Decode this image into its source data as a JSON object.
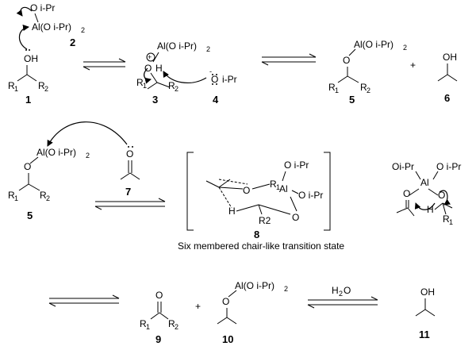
{
  "compounds": {
    "c1": {
      "number": "1",
      "oh": "OH",
      "r1": "R",
      "r1_sub": "1",
      "r2": "R",
      "r2_sub": "2"
    },
    "c2": {
      "number": "2",
      "top": "O i-Pr",
      "al": "Al(O i-Pr)",
      "al_sub": "2"
    },
    "c3": {
      "number": "3",
      "al": "Al(O i-Pr)",
      "al_sub": "2",
      "o": "O",
      "h": "H",
      "plus": "+",
      "r1": "R",
      "r1_sub": "1",
      "r2": "R",
      "r2_sub": "2"
    },
    "c4": {
      "number": "4",
      "minus": "-",
      "o": "O",
      "ipr": "i-Pr"
    },
    "c5": {
      "number": "5",
      "al": "Al(O i-Pr)",
      "al_sub": "2",
      "o": "O",
      "r1": "R",
      "r1_sub": "1",
      "r2": "R",
      "r2_sub": "2"
    },
    "c6": {
      "number": "6",
      "oh": "OH"
    },
    "c5b": {
      "number": "5",
      "al": "Al(O i-Pr)",
      "al_sub": "2",
      "o": "O",
      "r1": "R",
      "r1_sub": "1",
      "r2": "R",
      "r2_sub": "2"
    },
    "c7": {
      "number": "7",
      "o": "O"
    },
    "c8": {
      "number": "8",
      "o_ipr_top": "O i-Pr",
      "o_ipr_right": "O i-Pr",
      "r1": "R",
      "r1_sub": "1",
      "al": "Al",
      "o_left": "O",
      "o_ring": "O",
      "h": "H",
      "r2": "R2"
    },
    "c8b": {
      "oipr_left": "Oi-Pr",
      "oipr_right": "O i-Pr",
      "al": "Al",
      "o_ring": "O",
      "o_keto": "O",
      "h": "H",
      "r1": "R",
      "r1_sub": "1"
    },
    "c9": {
      "number": "9",
      "o": "O",
      "r1": "R",
      "r1_sub": "1",
      "r2": "R",
      "r2_sub": "2"
    },
    "c10": {
      "number": "10",
      "al": "Al(O i-Pr)",
      "al_sub": "2",
      "o": "O"
    },
    "c11": {
      "number": "11",
      "oh": "OH"
    }
  },
  "signs": {
    "plus_row1": "+",
    "plus_row3": "+"
  },
  "reagent_water": {
    "h": "H",
    "sub": "2",
    "o": "O"
  },
  "caption": "Six membered chair-like transition state"
}
